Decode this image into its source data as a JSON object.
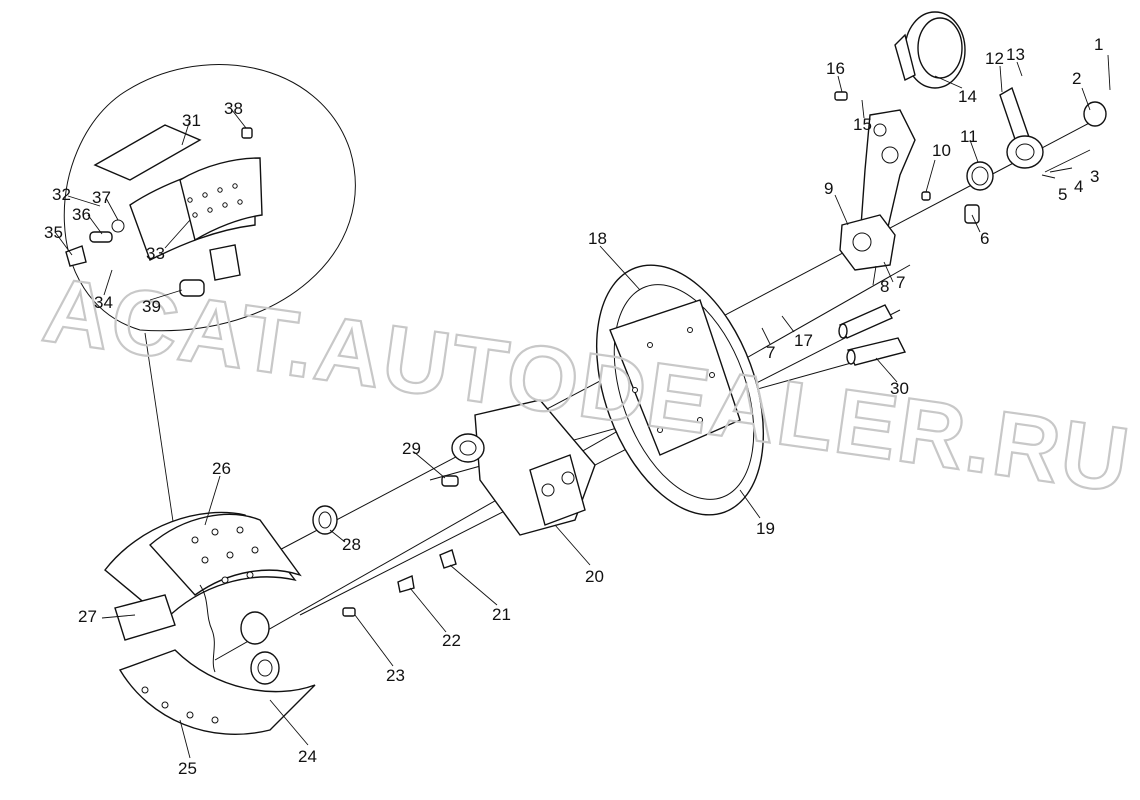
{
  "watermark": "ACAT.AUTODEALER.RU",
  "callouts": [
    "1",
    "2",
    "3",
    "4",
    "5",
    "6",
    "7",
    "8",
    "9",
    "10",
    "11",
    "12",
    "13",
    "14",
    "15",
    "16",
    "17",
    "18",
    "19",
    "20",
    "21",
    "22",
    "23",
    "24",
    "25",
    "26",
    "27",
    "28",
    "29",
    "30",
    "31",
    "32",
    "33",
    "34",
    "35",
    "36",
    "37",
    "38",
    "39"
  ],
  "callout_7_repeat": "7"
}
